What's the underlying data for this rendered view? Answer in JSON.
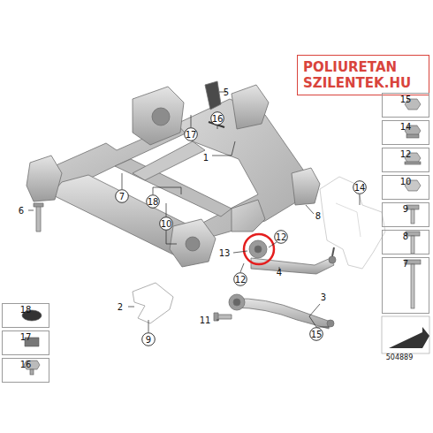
{
  "diagram": {
    "nodes": [
      {
        "text": [
          "POLIURETAN SZILENTEK.HU"
        ]
      },
      {
        "text": [
          "16"
        ]
      },
      {
        "text": [
          "17"
        ]
      },
      {
        "text": [
          "7"
        ]
      },
      {
        "text": [
          "18"
        ]
      },
      {
        "text": [
          "10"
        ]
      },
      {
        "text": [
          "14"
        ]
      },
      {
        "text": [
          "12"
        ]
      },
      {
        "text": [
          "12"
        ]
      },
      {
        "text": [
          "9"
        ]
      },
      {
        "text": [
          "15"
        ]
      },
      {
        "text": [
          "15"
        ]
      },
      {
        "text": [
          "14"
        ]
      },
      {
        "text": [
          "12"
        ]
      },
      {
        "text": [
          "10"
        ]
      },
      {
        "text": [
          "9"
        ]
      },
      {
        "text": [
          "8"
        ]
      },
      {
        "text": [
          "7"
        ]
      },
      {
        "text": [
          "18"
        ]
      },
      {
        "text": [
          "17"
        ]
      },
      {
        "text": [
          "16"
        ]
      }
    ],
    "labels": [
      "1",
      "5",
      "6",
      "8",
      "13",
      "4",
      "3",
      "2",
      "11",
      "504889"
    ]
  }
}
